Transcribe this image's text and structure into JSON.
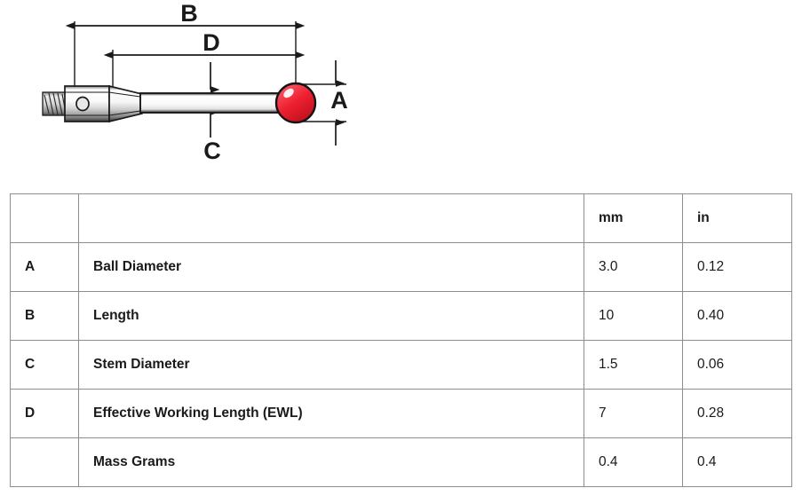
{
  "diagram": {
    "title": "Touch probe stylus dimension diagram",
    "colors": {
      "ball": "#ed1c2e",
      "ball_dark": "#b8141f",
      "ball_highlight": "#ffffff",
      "outline": "#1a1a1a",
      "metal_light": "#f2f2f2",
      "metal_mid": "#cfcfcf",
      "metal_dark": "#4d4d4d"
    },
    "labels": [
      {
        "id": "B",
        "text": "B",
        "meaning": "Length"
      },
      {
        "id": "D",
        "text": "D",
        "meaning": "Effective Working Length (EWL)"
      },
      {
        "id": "A",
        "text": "A",
        "meaning": "Ball Diameter"
      },
      {
        "id": "C",
        "text": "C",
        "meaning": "Stem Diameter"
      }
    ],
    "parts": [
      "threaded-shank",
      "probe-body",
      "body-hole",
      "tapered-cone",
      "stem",
      "ruby-ball"
    ]
  },
  "table": {
    "columns": [
      "",
      "",
      "mm",
      "in"
    ],
    "header": {
      "key": "",
      "description": "",
      "mm": "mm",
      "in": "in"
    },
    "rows": [
      {
        "key": "A",
        "description": "Ball Diameter",
        "mm": "3.0",
        "in": "0.12"
      },
      {
        "key": "B",
        "description": "Length",
        "mm": "10",
        "in": "0.40"
      },
      {
        "key": "C",
        "description": "Stem Diameter",
        "mm": "1.5",
        "in": "0.06"
      },
      {
        "key": "D",
        "description": "Effective Working Length (EWL)",
        "mm": "7",
        "in": "0.28"
      },
      {
        "key": "",
        "description": "Mass Grams",
        "mm": "0.4",
        "in": "0.4"
      }
    ]
  }
}
